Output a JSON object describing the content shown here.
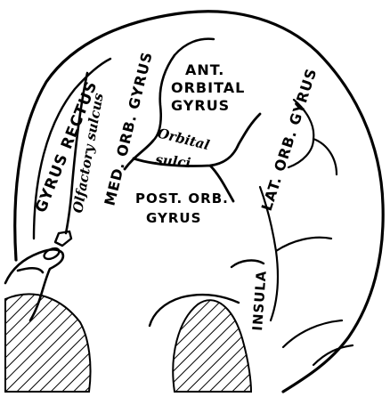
{
  "labels": {
    "gyrus_rectus": "GYRUS RECTUS",
    "olfactory_sulcus": "Olfactory sulcus",
    "med_orb_gyrus": "MED. ORB. GYRUS",
    "ant_orbital_line1": "ANT.",
    "ant_orbital_line2": "ORBITAL",
    "ant_orbital_line3": "GYRUS",
    "orbital_sulci_line1": "Orbital",
    "orbital_sulci_line2": "sulci",
    "post_orb_line1": "POST. ORB.",
    "post_orb_line2": "GYRUS",
    "lat_orb_gyrus": "LAT. ORB. GYRUS",
    "insula": "INSULA"
  }
}
